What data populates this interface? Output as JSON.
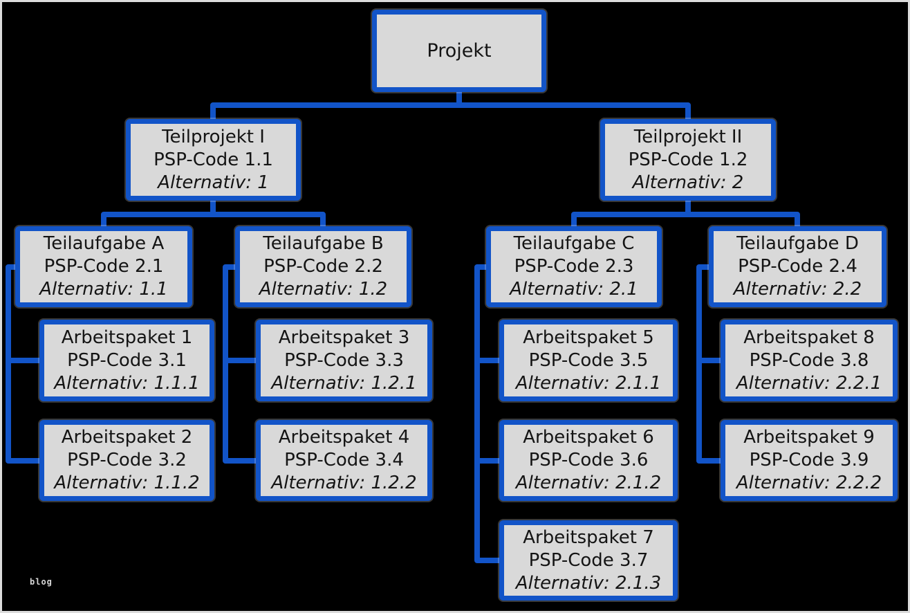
{
  "diagram": {
    "type": "work-breakdown-structure-org-chart",
    "colors": {
      "background": "#000000",
      "box_fill": "#d9d9d9",
      "box_border": "#1254c8",
      "connector": "#1254c8",
      "text": "#141414",
      "watermark_text": "#d8d8d8"
    },
    "root": {
      "title": "Projekt"
    },
    "level2": [
      {
        "title": "Teilprojekt I",
        "psp": "PSP-Code 1.1",
        "alt": "Alternativ: 1"
      },
      {
        "title": "Teilprojekt II",
        "psp": "PSP-Code 1.2",
        "alt": "Alternativ: 2"
      }
    ],
    "level3": [
      {
        "title": "Teilaufgabe A",
        "psp": "PSP-Code 2.1",
        "alt": "Alternativ: 1.1"
      },
      {
        "title": "Teilaufgabe B",
        "psp": "PSP-Code 2.2",
        "alt": "Alternativ: 1.2"
      },
      {
        "title": "Teilaufgabe C",
        "psp": "PSP-Code 2.3",
        "alt": "Alternativ: 2.1"
      },
      {
        "title": "Teilaufgabe D",
        "psp": "PSP-Code 2.4",
        "alt": "Alternativ: 2.2"
      }
    ],
    "level4": [
      {
        "title": "Arbeitspaket 1",
        "psp": "PSP-Code 3.1",
        "alt": "Alternativ: 1.1.1"
      },
      {
        "title": "Arbeitspaket 2",
        "psp": "PSP-Code 3.2",
        "alt": "Alternativ: 1.1.2"
      },
      {
        "title": "Arbeitspaket 3",
        "psp": "PSP-Code 3.3",
        "alt": "Alternativ: 1.2.1"
      },
      {
        "title": "Arbeitspaket 4",
        "psp": "PSP-Code 3.4",
        "alt": "Alternativ: 1.2.2"
      },
      {
        "title": "Arbeitspaket 5",
        "psp": "PSP-Code 3.5",
        "alt": "Alternativ: 2.1.1"
      },
      {
        "title": "Arbeitspaket 6",
        "psp": "PSP-Code 3.6",
        "alt": "Alternativ: 2.1.2"
      },
      {
        "title": "Arbeitspaket 7",
        "psp": "PSP-Code 3.7",
        "alt": "Alternativ: 2.1.3"
      },
      {
        "title": "Arbeitspaket 8",
        "psp": "PSP-Code 3.8",
        "alt": "Alternativ: 2.2.1"
      },
      {
        "title": "Arbeitspaket 9",
        "psp": "PSP-Code 3.9",
        "alt": "Alternativ: 2.2.2"
      }
    ],
    "watermark": "blog"
  }
}
